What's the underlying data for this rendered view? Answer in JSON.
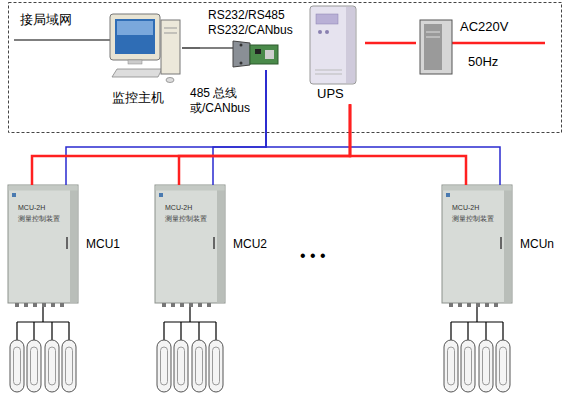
{
  "diagram": {
    "nodes": [
      {
        "text": [
          "监控主机"
        ]
      },
      {
        "text": [
          "RS232/RS485 RS232/CANbus"
        ]
      },
      {
        "text": [
          "UPS"
        ]
      },
      {
        "text": [
          "AC220V",
          "50Hz"
        ]
      },
      {
        "text": [
          "MCU-2H",
          "测量控制装置",
          "MCU1"
        ]
      },
      {
        "text": [
          "MCU-2H",
          "测量控制装置",
          "MCU2"
        ]
      },
      {
        "text": [
          "MCU-2H",
          "测量控制装置",
          "MCUn"
        ]
      }
    ],
    "edges": [
      {
        "from": 0,
        "to": 1,
        "arrow": "none"
      },
      {
        "from": 1,
        "to": 4,
        "arrow": "none"
      },
      {
        "from": 1,
        "to": 5,
        "arrow": "none"
      },
      {
        "from": 1,
        "to": 6,
        "arrow": "none"
      },
      {
        "from": 2,
        "to": 3,
        "arrow": "none"
      },
      {
        "from": 2,
        "to": 4,
        "arrow": "none"
      },
      {
        "from": 2,
        "to": 5,
        "arrow": "none"
      },
      {
        "from": 2,
        "to": 6,
        "arrow": "none"
      }
    ],
    "labels": [
      "接局域网",
      "485 总线 或/CANbus",
      "• • •"
    ]
  }
}
